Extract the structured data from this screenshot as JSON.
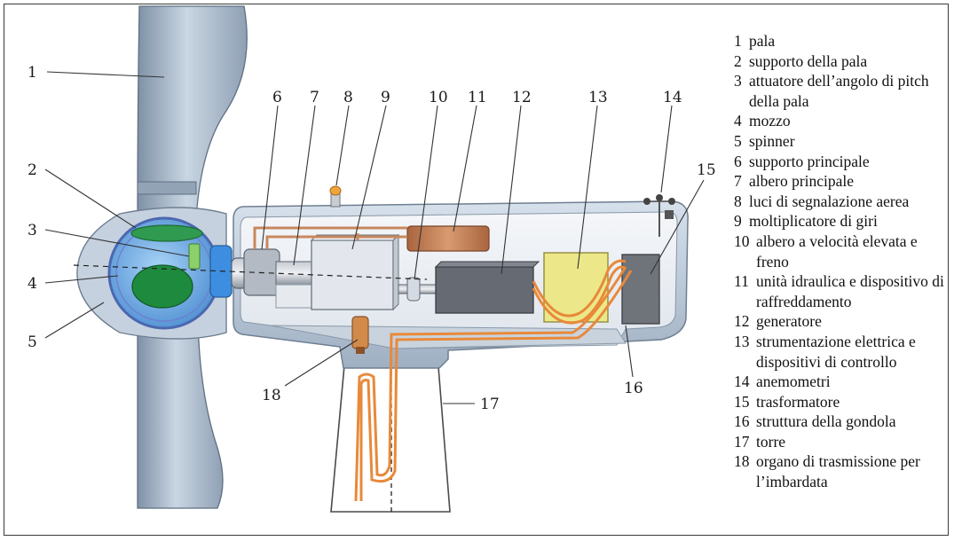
{
  "legend": [
    {
      "n": "1",
      "text": "pala"
    },
    {
      "n": "2",
      "text": "supporto della pala"
    },
    {
      "n": "3",
      "text": "attuatore dell’angolo di pitch della pala"
    },
    {
      "n": "4",
      "text": "mozzo"
    },
    {
      "n": "5",
      "text": "spinner"
    },
    {
      "n": "6",
      "text": "supporto principale"
    },
    {
      "n": "7",
      "text": "albero principale"
    },
    {
      "n": "8",
      "text": "luci di segnalazione aerea"
    },
    {
      "n": "9",
      "text": "moltiplicatore di giri"
    },
    {
      "n": "10",
      "text": "albero a velocità elevata e freno"
    },
    {
      "n": "11",
      "text": "unità idraulica e dispositivo di raffreddamento"
    },
    {
      "n": "12",
      "text": "generatore"
    },
    {
      "n": "13",
      "text": "strumentazione elettrica e dispositivi di controllo"
    },
    {
      "n": "14",
      "text": "anemometri"
    },
    {
      "n": "15",
      "text": "trasformatore"
    },
    {
      "n": "16",
      "text": "struttura della gondola"
    },
    {
      "n": "17",
      "text": "torre"
    },
    {
      "n": "18",
      "text": "organo di trasmissione per l’imbardata"
    }
  ],
  "callouts": [
    "1",
    "2",
    "3",
    "4",
    "5",
    "6",
    "7",
    "8",
    "9",
    "10",
    "11",
    "12",
    "13",
    "14",
    "15",
    "16",
    "17",
    "18"
  ],
  "colors": {
    "blade": "#a9b8c8",
    "nacelle_shell": "#b9c8d8",
    "hub": "#7fb6ea",
    "green": "#1e8a3e",
    "copper": "#c9875e",
    "cable": "#e8893a",
    "control_box": "#ece889",
    "generator": "#666a72",
    "gearbox": "#e3e6ec"
  }
}
